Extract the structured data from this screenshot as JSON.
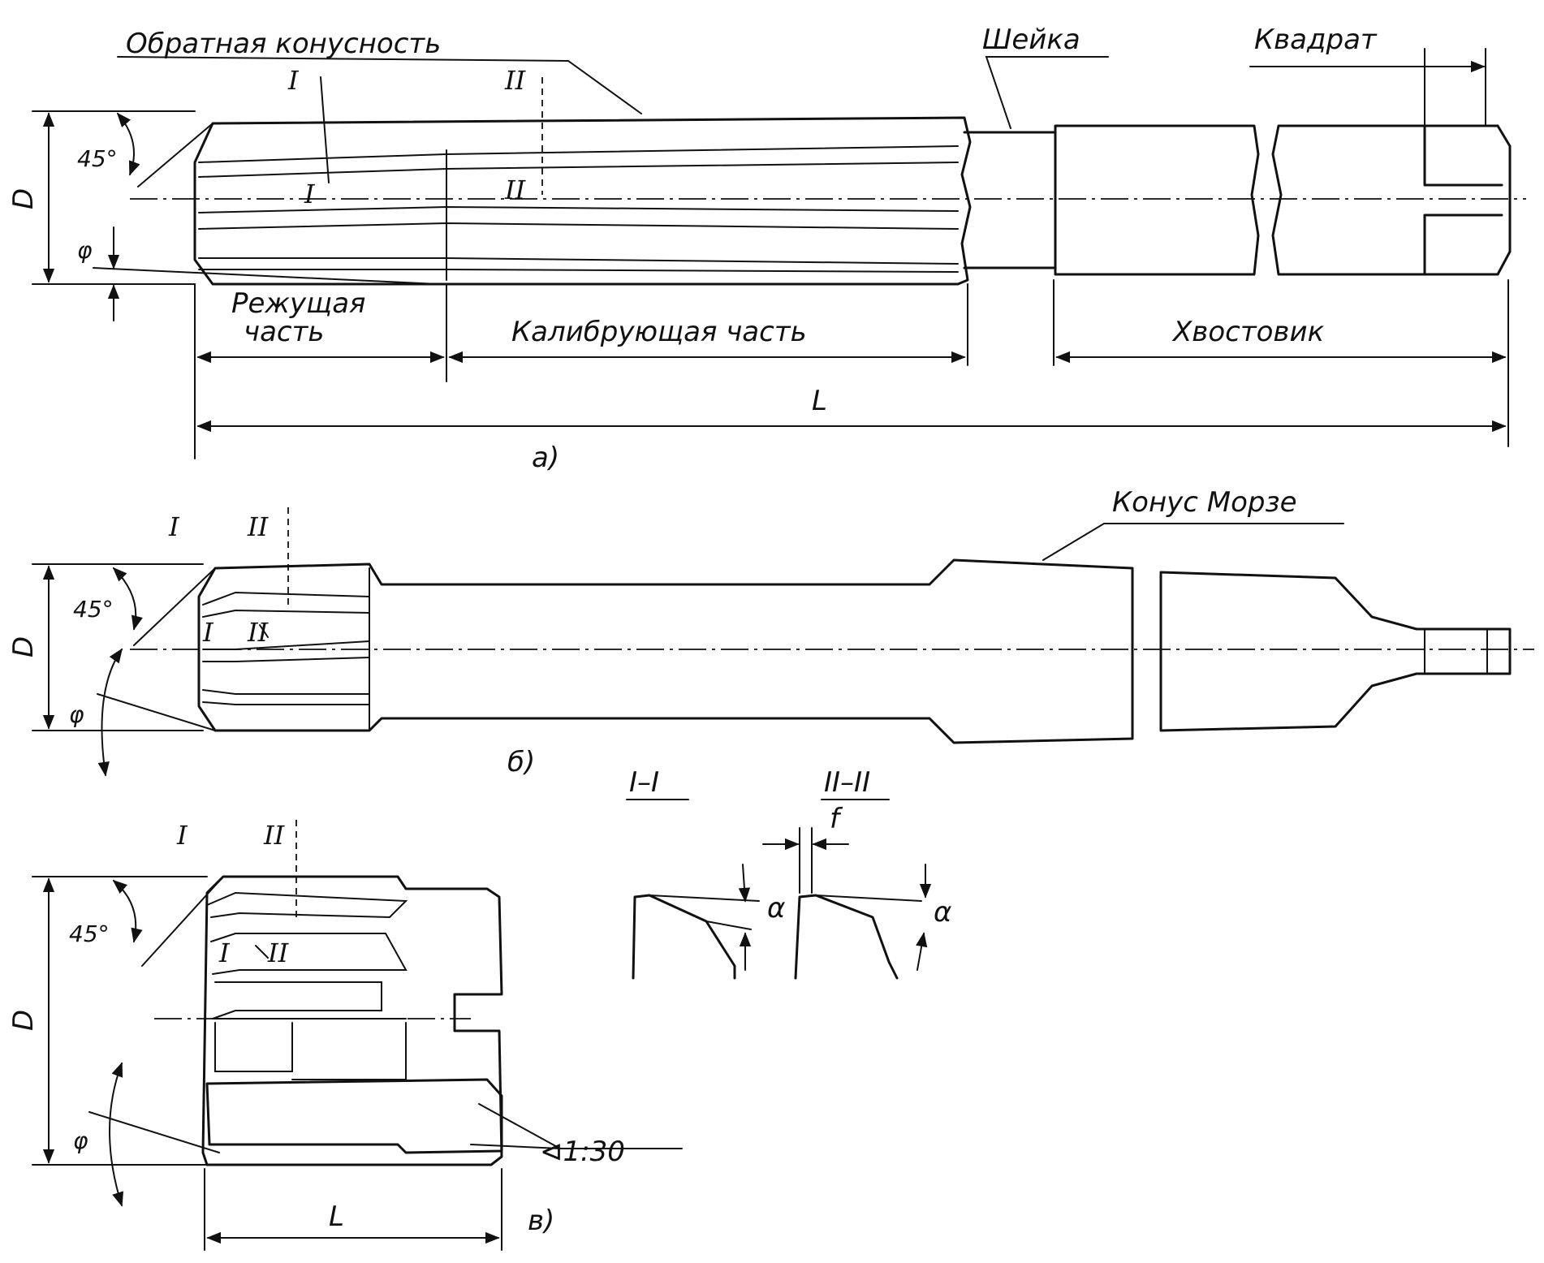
{
  "labels": {
    "back_taper": "Обратная конусность",
    "neck": "Шейка",
    "square": "Квадрат",
    "cutting_part_1": "Режущая",
    "cutting_part_2": "часть",
    "sizing_part": "Калибрующая      часть",
    "shank": "Хвостовик",
    "morse_taper": "Конус  Морзе",
    "taper_ratio": "⊲1:30"
  },
  "dimensions": {
    "diameter": "D",
    "length": "L",
    "angle_45": "45°",
    "angle_phi": "φ",
    "angle_alpha": "α",
    "land_f": "f"
  },
  "sections": {
    "mark_1": "I",
    "mark_2": "II",
    "section_1": "I–I",
    "section_2": "II–II"
  },
  "views": {
    "a": "а)",
    "b": "б)",
    "c": "в)"
  }
}
